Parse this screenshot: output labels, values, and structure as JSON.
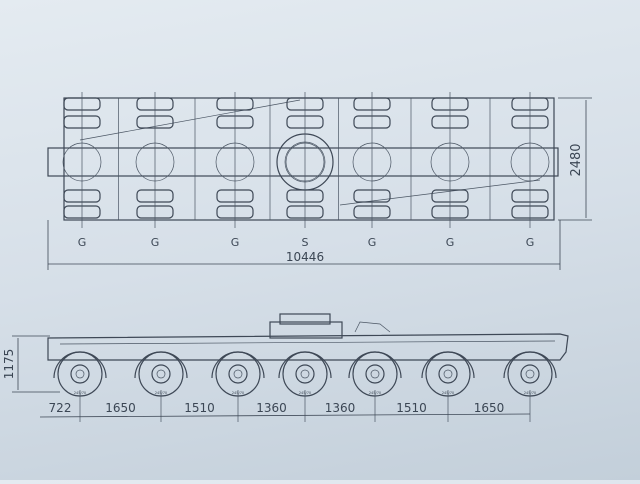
{
  "top_view": {
    "axle_labels": [
      "G",
      "G",
      "G",
      "S",
      "G",
      "G",
      "G"
    ],
    "overall_length": "10446",
    "overall_width": "2480"
  },
  "side_view": {
    "height": "1175",
    "spacings": [
      "722",
      "1650",
      "1510",
      "1360",
      "1360",
      "1510",
      "1650"
    ],
    "tire_marking": "245/70"
  },
  "colors": {
    "line": "#3e4856",
    "paper": "#d6dfe8"
  }
}
